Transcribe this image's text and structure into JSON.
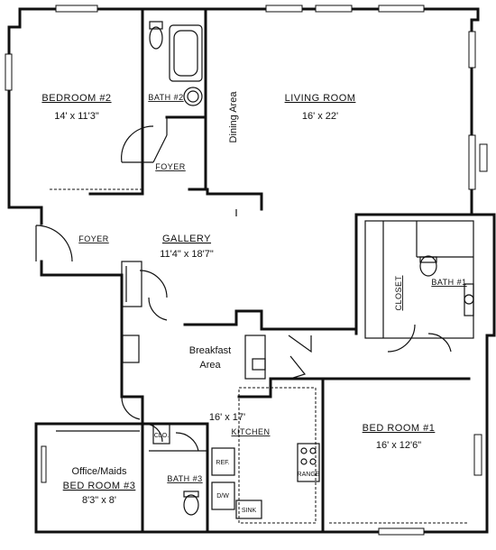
{
  "rooms": {
    "bedroom2": {
      "name": "BEDROOM #2",
      "dims": "14' x 11'3\""
    },
    "bath2": {
      "name": "BATH #2"
    },
    "dining": {
      "name": "Dining Area"
    },
    "living": {
      "name": "LIVING ROOM",
      "dims": "16' x 22'"
    },
    "foyer_upper": {
      "name": "FOYER"
    },
    "foyer_left": {
      "name": "FOYER"
    },
    "gallery": {
      "name": "GALLERY",
      "dims": "11'4\" x 18'7\""
    },
    "closet": {
      "name": "CLOSET"
    },
    "bath1": {
      "name": "BATH #1"
    },
    "breakfast": {
      "name_line1": "Breakfast",
      "name_line2": "Area"
    },
    "kitchen": {
      "name": "KITCHEN",
      "dims": "16' x 17'"
    },
    "bedroom1": {
      "name": "BED ROOM #1",
      "dims": "16' x 12'6\""
    },
    "office": {
      "name_line1": "Office/Maids",
      "name_line2": "BED ROOM #3",
      "dims": "8'3\" x 8'"
    },
    "bath3": {
      "name": "BATH #3"
    }
  },
  "fixtures": {
    "clo": "CLO.",
    "ref": "REF.",
    "dw": "D/W",
    "range": "RANGE",
    "sink": "SINK"
  }
}
